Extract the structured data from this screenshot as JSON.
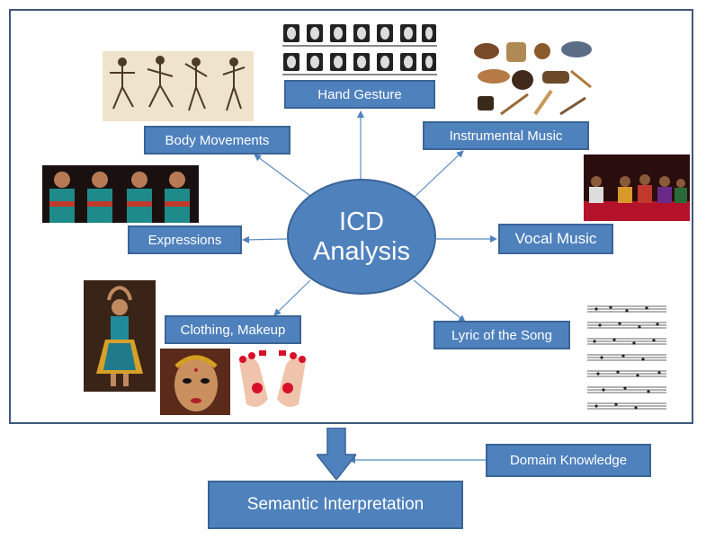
{
  "center": {
    "line1": "ICD",
    "line2": "Analysis"
  },
  "nodes": {
    "hand_gesture": "Hand Gesture",
    "body_movements": "Body Movements",
    "instrumental_music": "Instrumental Music",
    "expressions": "Expressions",
    "vocal_music": "Vocal Music",
    "clothing_makeup": "Clothing, Makeup",
    "lyric": "Lyric of the Song"
  },
  "bottom": {
    "domain_knowledge": "Domain Knowledge",
    "semantic_interpretation": "Semantic Interpretation"
  },
  "colors": {
    "box_fill": "#4f81bd",
    "box_border": "#3a6496",
    "frame_border": "#41597a",
    "text": "#ffffff"
  }
}
